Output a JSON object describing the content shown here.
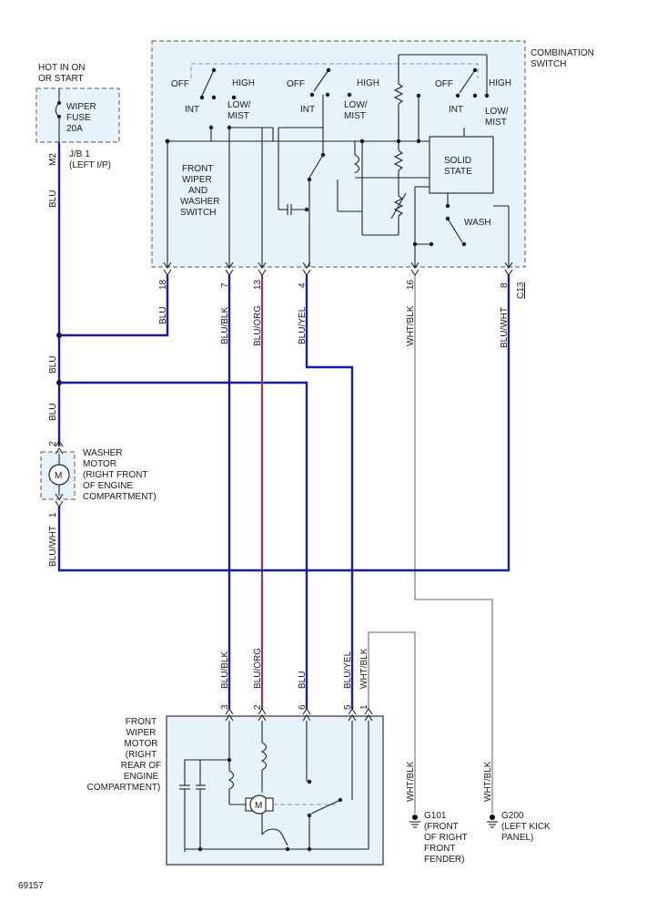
{
  "labels": {
    "hot": "HOT IN ON",
    "or_start": "OR START",
    "fuse_name": "WIPER",
    "fuse_word": "FUSE",
    "fuse_amp": "20A",
    "jb_pin": "M2",
    "jb_name": "J/B 1",
    "jb_loc": "(LEFT I/P)",
    "combo1": "COMBINATION",
    "combo2": "SWITCH",
    "sw1": "FRONT",
    "sw2": "WIPER",
    "sw3": "AND",
    "sw4": "WASHER",
    "sw5": "SWITCH",
    "off": "OFF",
    "int": "INT",
    "high": "HIGH",
    "low": "LOW/",
    "mist": "MIST",
    "solid": "SOLID",
    "state": "STATE",
    "wash": "WASH",
    "connector": "C13",
    "wm1": "WASHER",
    "wm2": "MOTOR",
    "wm3": "(RIGHT FRONT",
    "wm4": "OF ENGINE",
    "wm5": "COMPARTMENT)",
    "motor_m": "M",
    "fm1": "FRONT",
    "fm2": "WIPER",
    "fm3": "MOTOR",
    "fm4": "(RIGHT",
    "fm5": "REAR OF",
    "fm6": "ENGINE",
    "fm7": "COMPARTMENT)",
    "g101": "G101",
    "g101_1": "(FRONT",
    "g101_2": "OF RIGHT",
    "g101_3": "FRONT",
    "g101_4": "FENDER)",
    "g200": "G200",
    "g200_1": "(LEFT KICK",
    "g200_2": "PANEL)",
    "fig": "69157"
  },
  "pins": {
    "p18": "18",
    "p7": "7",
    "p13": "13",
    "p4": "4",
    "p16": "16",
    "p8": "8",
    "w2": "2",
    "w1": "1",
    "m3": "3",
    "m2": "2",
    "m6": "6",
    "m5": "5",
    "m1": "1"
  },
  "wires": {
    "blu": "BLU",
    "blu_blk": "BLU/BLK",
    "blu_org": "BLU/ORG",
    "blu_yel": "BLU/YEL",
    "wht_blk": "WHT/BLK",
    "blu_wht": "BLU/WHT"
  },
  "colors": {
    "box_fill": "#e6f3fb",
    "wire_blue": "#1a1aa0",
    "wire_purple": "#7a3a7a",
    "wire_gray": "#9a9a9a"
  }
}
